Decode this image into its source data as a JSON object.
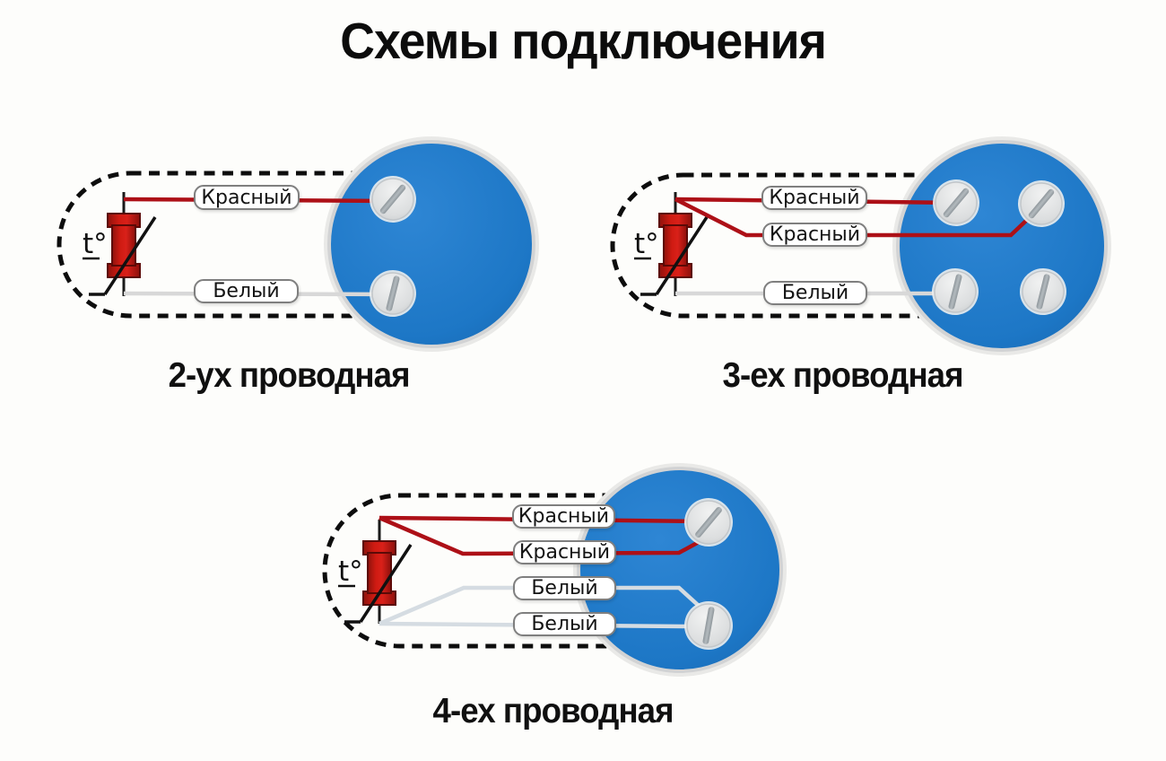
{
  "title": "Схемы подключения",
  "sensor_label": "t°",
  "colors": {
    "wire_red": "#ad1017",
    "wire_white": "#d8d8d8",
    "terminal_blue": "#1d79c8",
    "sensor_red": "#c8170f",
    "outline_black": "#111111",
    "label_border_gray": "#7f7f7f"
  },
  "diagrams": [
    {
      "caption": "2-ух проводная",
      "wire_labels": [
        "Красный",
        "Белый"
      ]
    },
    {
      "caption": "3-ех проводная",
      "wire_labels": [
        "Красный",
        "Красный",
        "Белый"
      ]
    },
    {
      "caption": "4-ех проводная",
      "wire_labels": [
        "Красный",
        "Красный",
        "Белый",
        "Белый"
      ]
    }
  ]
}
